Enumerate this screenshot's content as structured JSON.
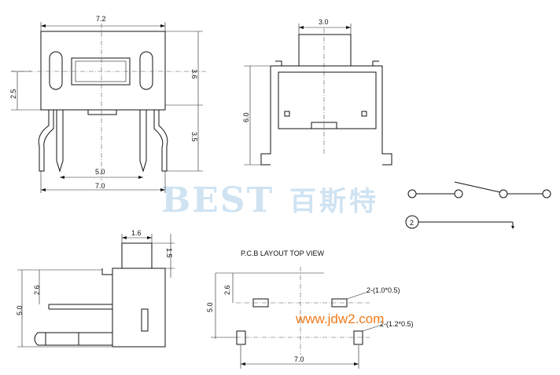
{
  "front_view": {
    "width_top": "7.2",
    "height_body": "3.6",
    "lead_span": "5.0",
    "outer_span": "7.0",
    "height_side": "2.5",
    "lead_length": "3.5"
  },
  "side_view": {
    "actuator_width": "3.0",
    "total_height": "6.0"
  },
  "profile_view": {
    "actuator_width": "1.6",
    "actuator_height": "1.5",
    "body_height": "5.0",
    "lead_height": "2.6"
  },
  "pcb_layout": {
    "title": "P.C.B LAYOUT   TOP VIEW",
    "row_offset": "2.6",
    "total_height": "5.0",
    "hole1": "2-(1.0*0.5)",
    "hole2": "2-(1.2*0.5)",
    "span": "7.0"
  },
  "schematic": {
    "pin_number": "2"
  },
  "watermark": {
    "brand": "BEST",
    "brand_cn": "百斯特",
    "url": "www.jdw2.com"
  },
  "colors": {
    "line": "#111111",
    "watermark": "#cfe3f2",
    "url": "#f07a1a"
  }
}
